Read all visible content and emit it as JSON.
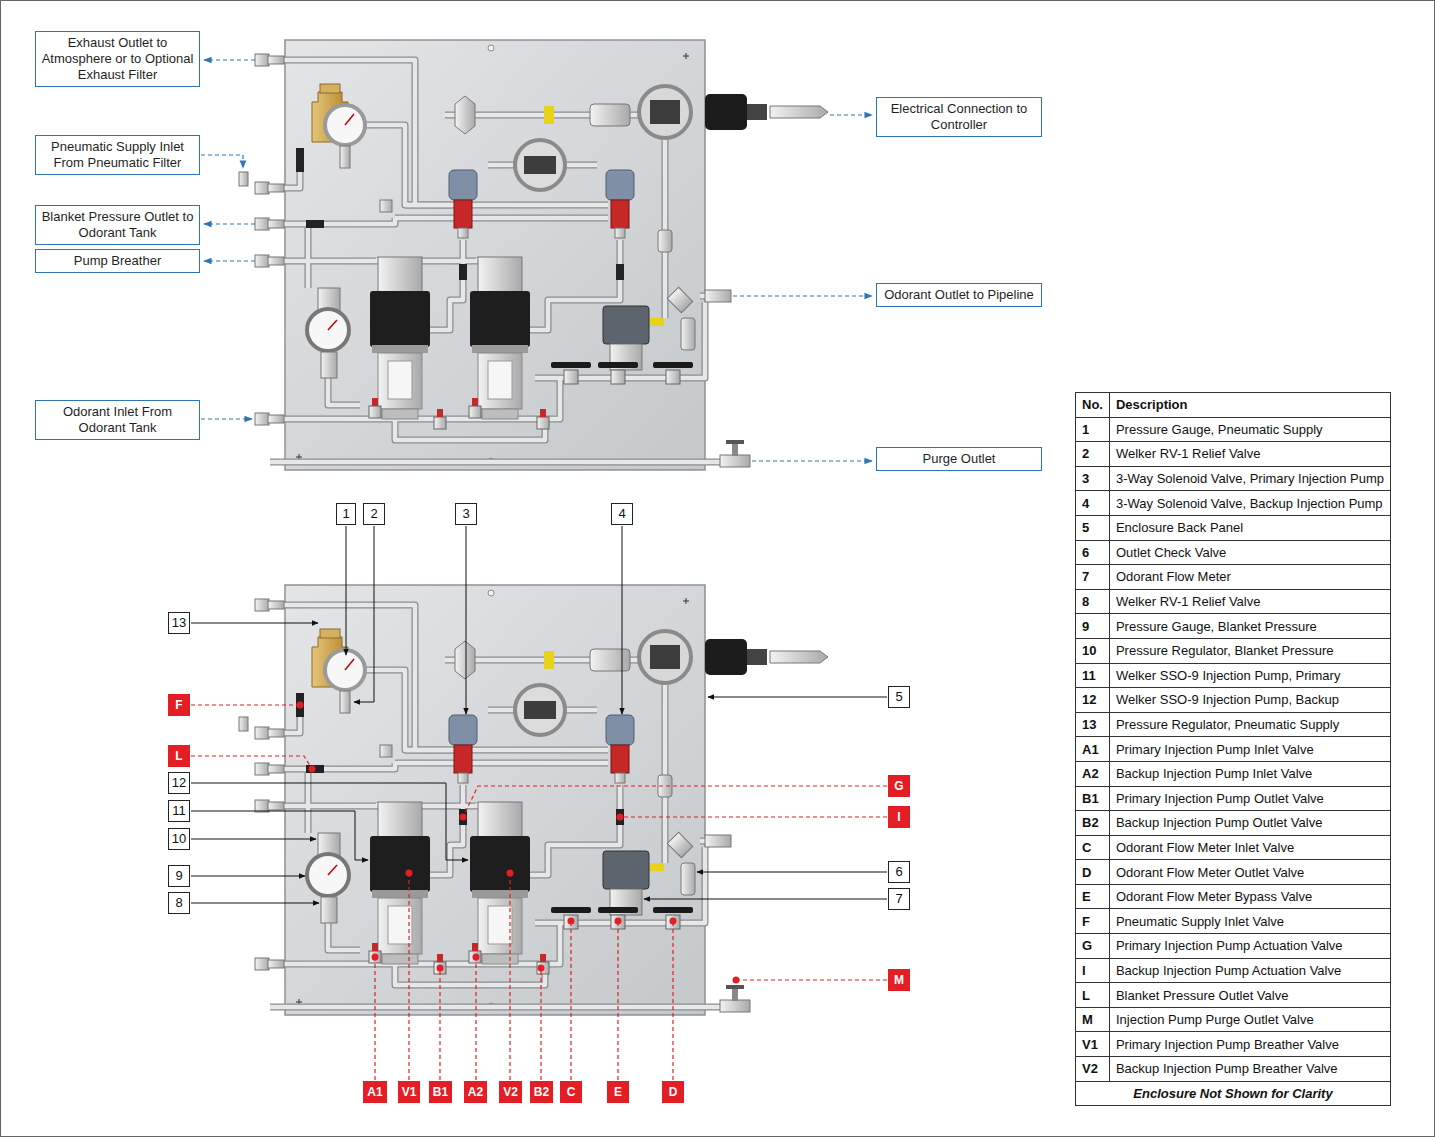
{
  "diagram": {
    "nodes": [
      {
        "text": [
          "Exhaust Outlet to Atmosphere or to Optional Exhaust Filter"
        ]
      },
      {
        "text": [
          "Electrical Connection to Controller"
        ]
      },
      {
        "text": [
          "Pneumatic Supply Inlet From Pneumatic Filter"
        ]
      },
      {
        "text": [
          "Blanket Pressure Outlet to Odorant Tank"
        ]
      },
      {
        "text": [
          "Pump Breather"
        ]
      },
      {
        "text": [
          "Odorant Outlet to Pipeline"
        ]
      },
      {
        "text": [
          "Odorant Inlet From Odorant Tank"
        ]
      },
      {
        "text": [
          "Purge Outlet"
        ]
      },
      {
        "text": [
          "1"
        ]
      },
      {
        "text": [
          "2"
        ]
      },
      {
        "text": [
          "3"
        ]
      },
      {
        "text": [
          "4"
        ]
      },
      {
        "text": [
          "13"
        ]
      },
      {
        "text": [
          "F"
        ]
      },
      {
        "text": [
          "5"
        ]
      },
      {
        "text": [
          "L"
        ]
      },
      {
        "text": [
          "12"
        ]
      },
      {
        "text": [
          "G"
        ]
      },
      {
        "text": [
          "11"
        ]
      },
      {
        "text": [
          "I"
        ]
      },
      {
        "text": [
          "10"
        ]
      },
      {
        "text": [
          "6"
        ]
      },
      {
        "text": [
          "9"
        ]
      },
      {
        "text": [
          "7"
        ]
      },
      {
        "text": [
          "8"
        ]
      },
      {
        "text": [
          "M"
        ]
      },
      {
        "text": [
          "A1"
        ]
      },
      {
        "text": [
          "V1"
        ]
      },
      {
        "text": [
          "B1"
        ]
      },
      {
        "text": [
          "A2"
        ]
      },
      {
        "text": [
          "V2"
        ]
      },
      {
        "text": [
          "B2"
        ]
      },
      {
        "text": [
          "C"
        ]
      },
      {
        "text": [
          "E"
        ]
      },
      {
        "text": [
          "D"
        ]
      }
    ],
    "labels": [
      "No.",
      "Description",
      "1",
      "Pressure Gauge, Pneumatic Supply",
      "2",
      "Welker RV-1 Relief Valve",
      "3",
      "3-Way Solenoid Valve, Primary Injection Pump",
      "4",
      "3-Way Solenoid Valve, Backup Injection Pump",
      "5",
      "Enclosure Back Panel",
      "6",
      "Outlet Check Valve",
      "7",
      "Odorant Flow Meter",
      "8",
      "Welker RV-1 Relief Valve",
      "9",
      "Pressure Gauge, Blanket Pressure",
      "10",
      "Pressure Regulator, Blanket Pressure",
      "11",
      "Welker SSO-9 Injection Pump, Primary",
      "12",
      "Welker SSO-9 Injection Pump, Backup",
      "13",
      "Pressure Regulator, Pneumatic Supply",
      "A1",
      "Primary Injection Pump Inlet Valve",
      "A2",
      "Backup Injection Pump Inlet Valve",
      "B1",
      "Primary Injection Pump Outlet Valve",
      "B2",
      "Backup Injection Pump Outlet Valve",
      "C",
      "Odorant Flow Meter Inlet Valve",
      "D",
      "Odorant Flow Meter Outlet Valve",
      "E",
      "Odorant Flow Meter Bypass Valve",
      "F",
      "Pneumatic Supply Inlet Valve",
      "G",
      "Primary Injection Pump Actuation Valve",
      "I",
      "Backup Injection Pump Actuation Valve",
      "L",
      "Blanket Pressure Outlet Valve",
      "M",
      "Injection Pump Purge Outlet Valve",
      "V1",
      "Primary Injection Pump Breather Valve",
      "V2",
      "Backup Injection Pump Breather Valve",
      "Enclosure Not Shown for Clarity"
    ]
  }
}
